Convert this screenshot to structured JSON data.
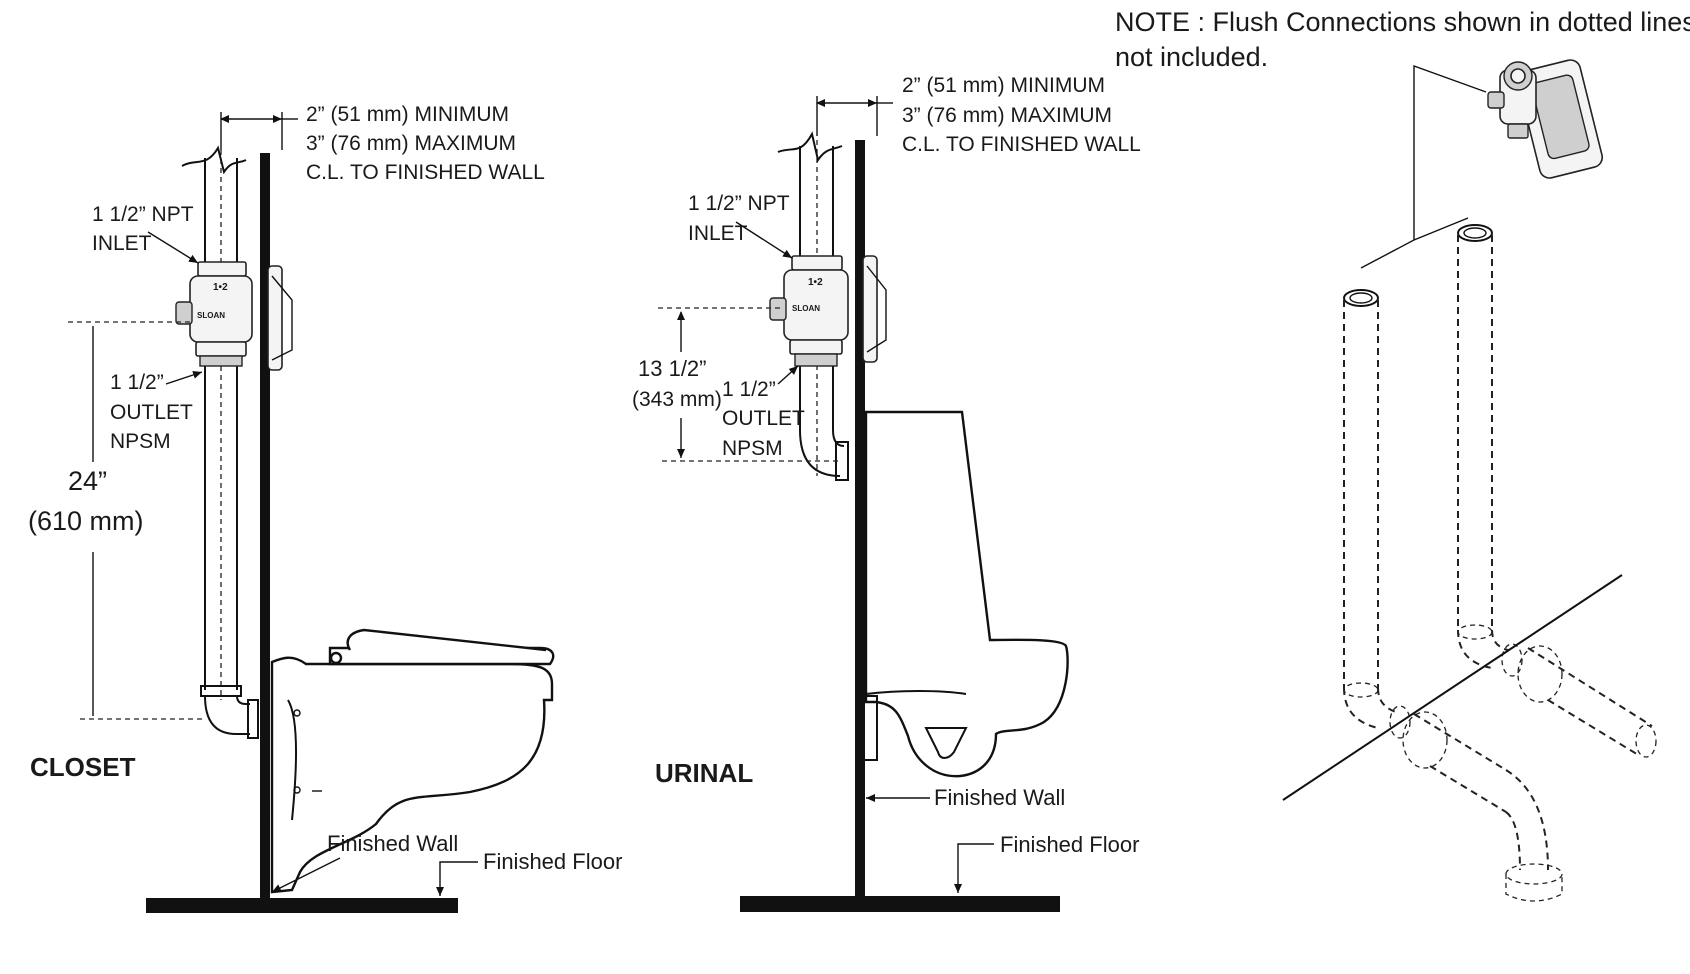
{
  "note": {
    "line1": "NOTE : Flush Connections shown in dotted lines",
    "line2": "not included."
  },
  "closet": {
    "title": "CLOSET",
    "spacing": {
      "line1": "2” (51 mm) MINIMUM",
      "line2": "3” (76 mm) MAXIMUM",
      "line3": "C.L. TO FINISHED WALL"
    },
    "inlet": {
      "line1": "1 1/2” NPT",
      "line2": "INLET"
    },
    "outlet": {
      "line1": "1 1/2”",
      "line2": "OUTLET",
      "line3": "NPSM"
    },
    "height": {
      "value": "24”",
      "metric": "(610 mm)"
    },
    "finished_wall": "Finished Wall",
    "finished_floor": "Finished Floor"
  },
  "urinal": {
    "title": "URINAL",
    "spacing": {
      "line1": "2” (51 mm) MINIMUM",
      "line2": "3” (76 mm) MAXIMUM",
      "line3": "C.L. TO FINISHED WALL"
    },
    "inlet": {
      "line1": "1 1/2” NPT",
      "line2": "INLET"
    },
    "outlet": {
      "line1": "1 1/2”",
      "line2": "OUTLET",
      "line3": "NPSM"
    },
    "height": {
      "value": "13 1/2”",
      "metric": "(343 mm)"
    },
    "finished_wall": "Finished Wall",
    "finished_floor": "Finished Floor"
  },
  "valve_marking": "1•2",
  "brand_mark": "SLOAN"
}
